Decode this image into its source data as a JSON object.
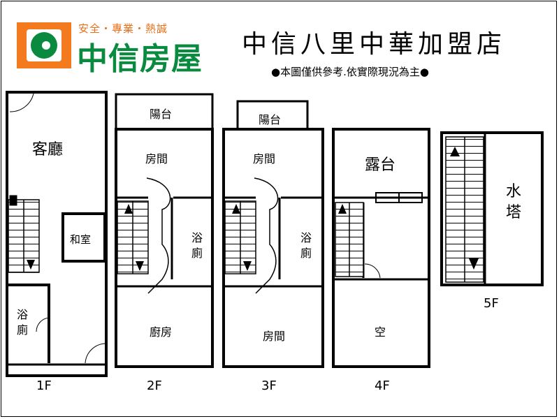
{
  "logo": {
    "tagline": "安全・專業・熱誠",
    "name": "中信房屋",
    "brand_color": "#0a8a3e",
    "accent_color": "#f47a20"
  },
  "header": {
    "store_name": "中信八里中華加盟店",
    "disclaimer": "●本圖僅供參考.依實際現況為主●"
  },
  "floors": {
    "f1": {
      "label": "1F",
      "living": "客廳",
      "japanese_room": "和室",
      "bathroom": "浴廁"
    },
    "f2": {
      "label": "2F",
      "balcony": "陽台",
      "room": "房間",
      "bathroom": "浴廁",
      "kitchen": "廚房"
    },
    "f3": {
      "label": "3F",
      "balcony": "陽台",
      "room_top": "房間",
      "bathroom": "浴廁",
      "room_bottom": "房間"
    },
    "f4": {
      "label": "4F",
      "terrace": "露台",
      "empty": "空"
    },
    "f5": {
      "label": "5F",
      "water_tower": "水塔"
    }
  }
}
